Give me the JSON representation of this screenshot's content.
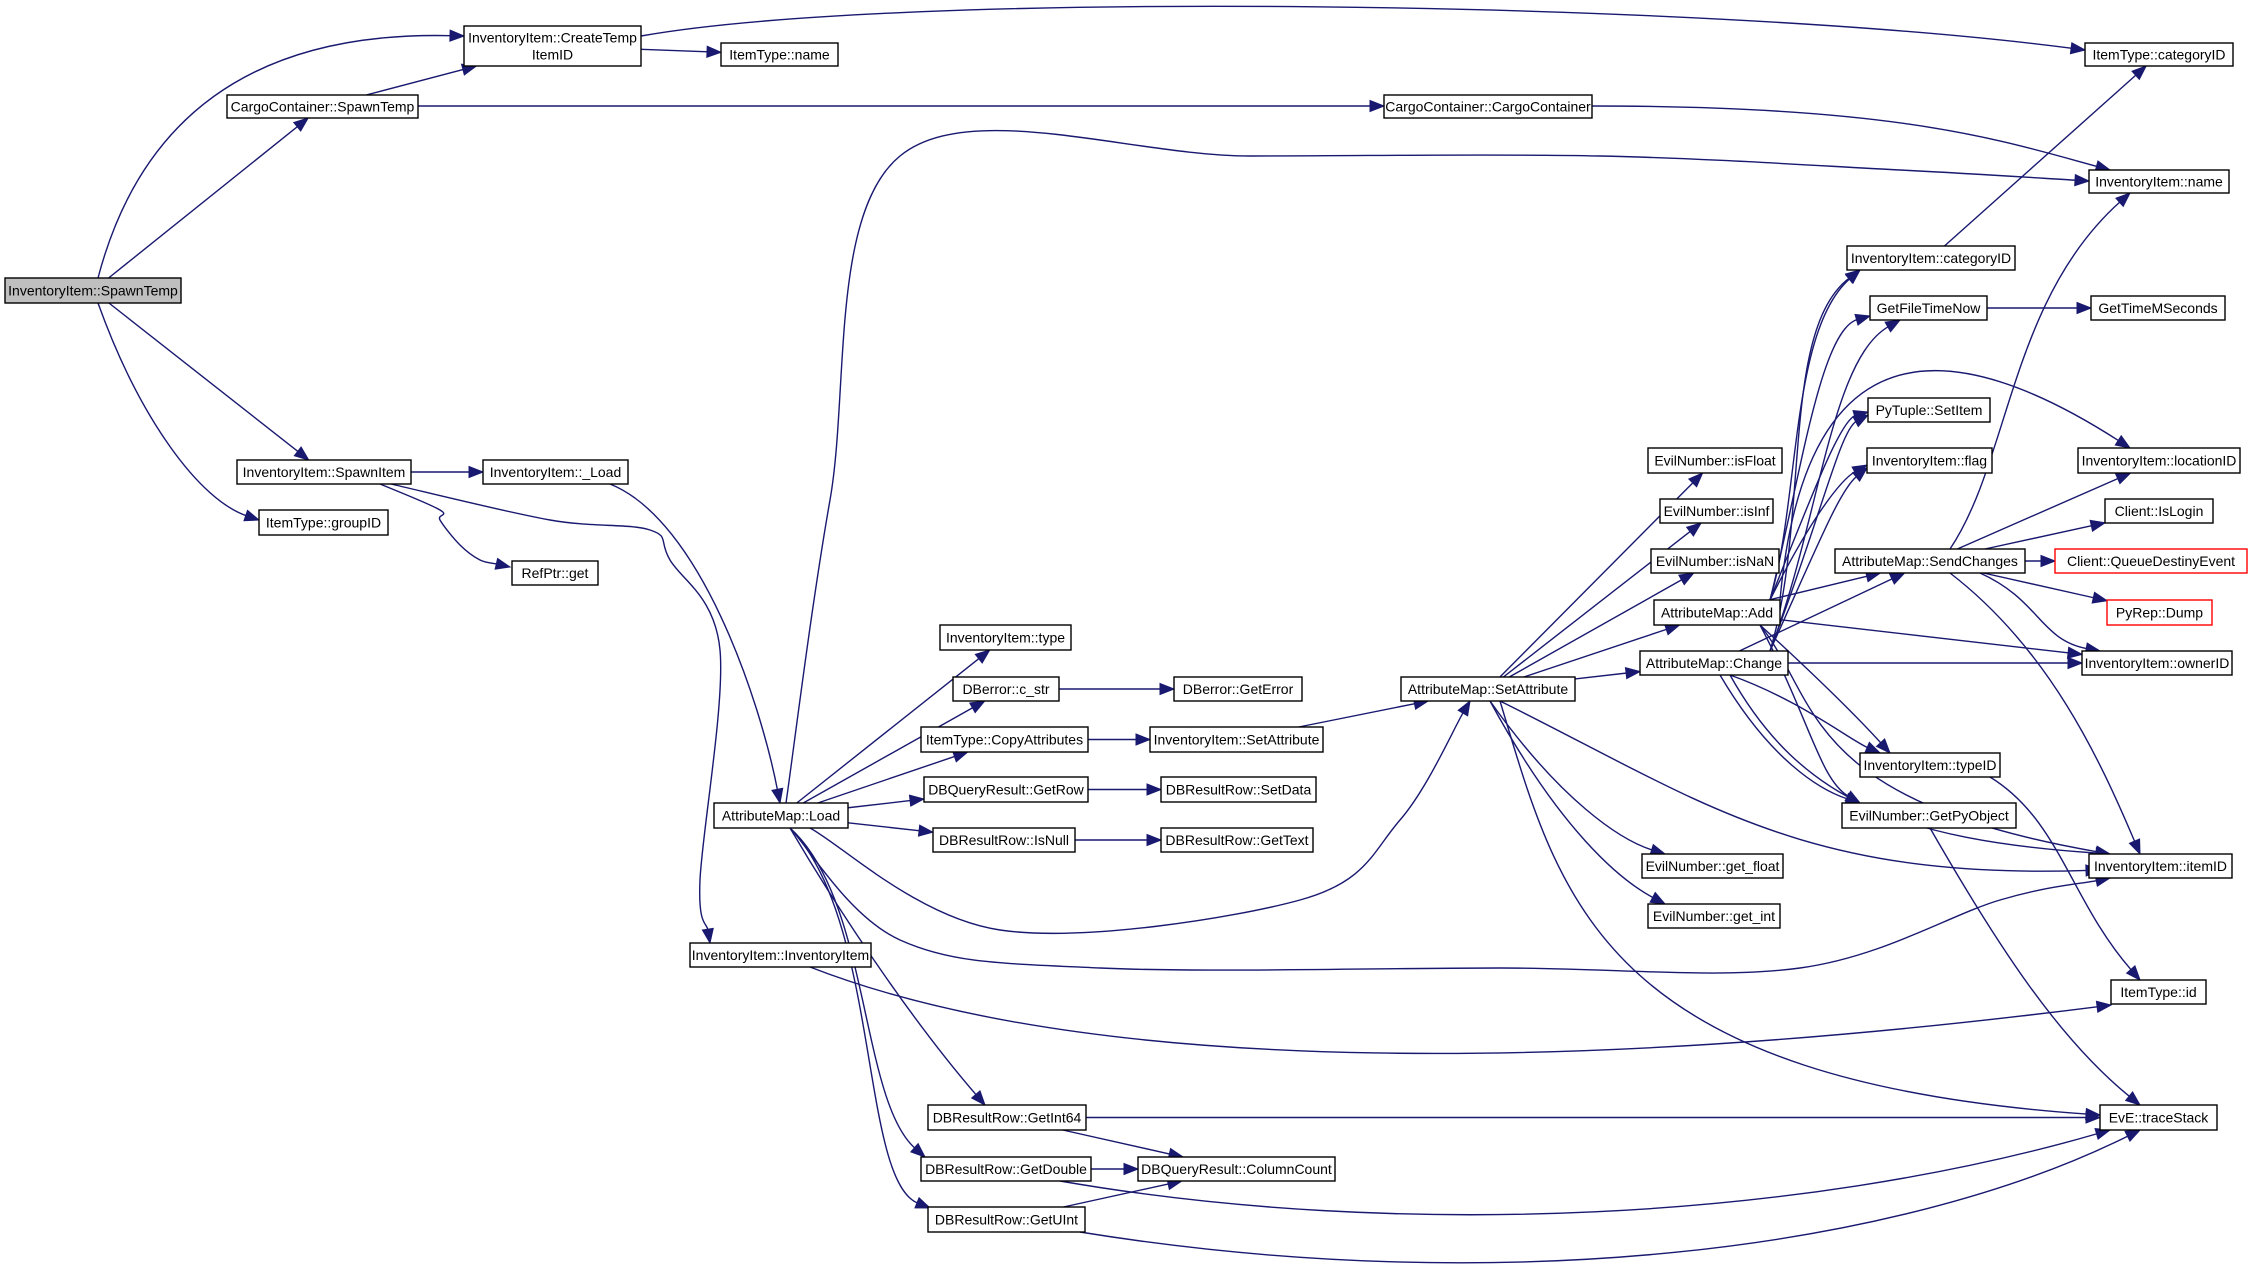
{
  "diagram": {
    "type": "call-graph",
    "root": "spawnTemp",
    "colors": {
      "edge": "#191970",
      "root_fill": "#bfbfbf",
      "node_border": "#000000",
      "external_border": "#ff0000"
    },
    "nodes": [
      {
        "id": "spawnTemp",
        "label": [
          "InventoryItem::SpawnTemp"
        ],
        "kind": "root"
      },
      {
        "id": "createTempItemID",
        "label": [
          "InventoryItem::CreateTemp",
          "ItemID"
        ]
      },
      {
        "id": "itemTypeName",
        "label": [
          "ItemType::name"
        ]
      },
      {
        "id": "itemTypeCategoryID",
        "label": [
          "ItemType::categoryID"
        ]
      },
      {
        "id": "cargoSpawnTemp",
        "label": [
          "CargoContainer::SpawnTemp"
        ]
      },
      {
        "id": "cargoCtor",
        "label": [
          "CargoContainer::CargoContainer"
        ]
      },
      {
        "id": "invName",
        "label": [
          "InventoryItem::name"
        ]
      },
      {
        "id": "invCategoryID",
        "label": [
          "InventoryItem::categoryID"
        ]
      },
      {
        "id": "getFileTimeNow",
        "label": [
          "GetFileTimeNow"
        ]
      },
      {
        "id": "getTimeMSeconds",
        "label": [
          "GetTimeMSeconds"
        ]
      },
      {
        "id": "pyTupleSetItem",
        "label": [
          "PyTuple::SetItem"
        ]
      },
      {
        "id": "invFlag",
        "label": [
          "InventoryItem::flag"
        ]
      },
      {
        "id": "invLocationID",
        "label": [
          "InventoryItem::locationID"
        ]
      },
      {
        "id": "clientIsLogin",
        "label": [
          "Client::IsLogin"
        ]
      },
      {
        "id": "clientQueueDestinyEvent",
        "label": [
          "Client::QueueDestinyEvent"
        ],
        "kind": "external"
      },
      {
        "id": "pyRepDump",
        "label": [
          "PyRep::Dump"
        ],
        "kind": "external"
      },
      {
        "id": "invOwnerID",
        "label": [
          "InventoryItem::ownerID"
        ]
      },
      {
        "id": "attrSendChanges",
        "label": [
          "AttributeMap::SendChanges"
        ]
      },
      {
        "id": "evilIsFloat",
        "label": [
          "EvilNumber::isFloat"
        ]
      },
      {
        "id": "evilIsInf",
        "label": [
          "EvilNumber::isInf"
        ]
      },
      {
        "id": "evilIsNaN",
        "label": [
          "EvilNumber::isNaN"
        ]
      },
      {
        "id": "attrAdd",
        "label": [
          "AttributeMap::Add"
        ]
      },
      {
        "id": "attrChange",
        "label": [
          "AttributeMap::Change"
        ]
      },
      {
        "id": "attrSetAttribute",
        "label": [
          "AttributeMap::SetAttribute"
        ]
      },
      {
        "id": "invTypeID",
        "label": [
          "InventoryItem::typeID"
        ]
      },
      {
        "id": "evilGetPyObject",
        "label": [
          "EvilNumber::GetPyObject"
        ]
      },
      {
        "id": "invItemID",
        "label": [
          "InventoryItem::itemID"
        ]
      },
      {
        "id": "evilGetFloat",
        "label": [
          "EvilNumber::get_float"
        ]
      },
      {
        "id": "evilGetInt",
        "label": [
          "EvilNumber::get_int"
        ]
      },
      {
        "id": "itemTypeId",
        "label": [
          "ItemType::id"
        ]
      },
      {
        "id": "traceStack",
        "label": [
          "EvE::traceStack"
        ]
      },
      {
        "id": "invSpawnItem",
        "label": [
          "InventoryItem::SpawnItem"
        ]
      },
      {
        "id": "invLoad",
        "label": [
          "InventoryItem::_Load"
        ]
      },
      {
        "id": "itemTypeGroupID",
        "label": [
          "ItemType::groupID"
        ]
      },
      {
        "id": "refPtrGet",
        "label": [
          "RefPtr::get"
        ]
      },
      {
        "id": "invType",
        "label": [
          "InventoryItem::type"
        ]
      },
      {
        "id": "dbErrorCStr",
        "label": [
          "DBerror::c_str"
        ]
      },
      {
        "id": "dbErrorGetError",
        "label": [
          "DBerror::GetError"
        ]
      },
      {
        "id": "itemTypeCopyAttributes",
        "label": [
          "ItemType::CopyAttributes"
        ]
      },
      {
        "id": "invSetAttribute",
        "label": [
          "InventoryItem::SetAttribute"
        ]
      },
      {
        "id": "dbQueryGetRow",
        "label": [
          "DBQueryResult::GetRow"
        ]
      },
      {
        "id": "dbRowSetData",
        "label": [
          "DBResultRow::SetData"
        ]
      },
      {
        "id": "attrLoad",
        "label": [
          "AttributeMap::Load"
        ]
      },
      {
        "id": "dbRowIsNull",
        "label": [
          "DBResultRow::IsNull"
        ]
      },
      {
        "id": "dbRowGetText",
        "label": [
          "DBResultRow::GetText"
        ]
      },
      {
        "id": "invCtor",
        "label": [
          "InventoryItem::InventoryItem"
        ]
      },
      {
        "id": "dbRowGetInt64",
        "label": [
          "DBResultRow::GetInt64"
        ]
      },
      {
        "id": "dbRowGetDouble",
        "label": [
          "DBResultRow::GetDouble"
        ]
      },
      {
        "id": "dbQueryColumnCount",
        "label": [
          "DBQueryResult::ColumnCount"
        ]
      },
      {
        "id": "dbRowGetUInt",
        "label": [
          "DBResultRow::GetUInt"
        ]
      }
    ],
    "edges": [
      [
        "spawnTemp",
        "createTempItemID"
      ],
      [
        "spawnTemp",
        "cargoSpawnTemp"
      ],
      [
        "spawnTemp",
        "invSpawnItem"
      ],
      [
        "spawnTemp",
        "itemTypeGroupID"
      ],
      [
        "cargoSpawnTemp",
        "createTempItemID"
      ],
      [
        "cargoSpawnTemp",
        "cargoCtor"
      ],
      [
        "createTempItemID",
        "itemTypeName"
      ],
      [
        "createTempItemID",
        "itemTypeCategoryID"
      ],
      [
        "cargoCtor",
        "invName"
      ],
      [
        "invSpawnItem",
        "invLoad"
      ],
      [
        "invSpawnItem",
        "refPtrGet"
      ],
      [
        "invSpawnItem",
        "invCtor"
      ],
      [
        "invLoad",
        "attrLoad"
      ],
      [
        "attrLoad",
        "invName"
      ],
      [
        "attrLoad",
        "invType"
      ],
      [
        "attrLoad",
        "dbErrorCStr"
      ],
      [
        "attrLoad",
        "itemTypeCopyAttributes"
      ],
      [
        "attrLoad",
        "dbQueryGetRow"
      ],
      [
        "attrLoad",
        "dbRowIsNull"
      ],
      [
        "attrLoad",
        "attrSetAttribute"
      ],
      [
        "attrLoad",
        "invItemID"
      ],
      [
        "attrLoad",
        "dbRowGetInt64"
      ],
      [
        "attrLoad",
        "dbRowGetDouble"
      ],
      [
        "attrLoad",
        "dbRowGetUInt"
      ],
      [
        "dbErrorCStr",
        "dbErrorGetError"
      ],
      [
        "itemTypeCopyAttributes",
        "invSetAttribute"
      ],
      [
        "invSetAttribute",
        "attrSetAttribute"
      ],
      [
        "dbQueryGetRow",
        "dbRowSetData"
      ],
      [
        "dbRowIsNull",
        "dbRowGetText"
      ],
      [
        "invCtor",
        "itemTypeId"
      ],
      [
        "attrSetAttribute",
        "evilIsFloat"
      ],
      [
        "attrSetAttribute",
        "evilIsInf"
      ],
      [
        "attrSetAttribute",
        "evilIsNaN"
      ],
      [
        "attrSetAttribute",
        "attrAdd"
      ],
      [
        "attrSetAttribute",
        "attrChange"
      ],
      [
        "attrSetAttribute",
        "evilGetFloat"
      ],
      [
        "attrSetAttribute",
        "evilGetInt"
      ],
      [
        "attrSetAttribute",
        "invItemID"
      ],
      [
        "attrSetAttribute",
        "traceStack"
      ],
      [
        "attrAdd",
        "invCategoryID"
      ],
      [
        "attrAdd",
        "getFileTimeNow"
      ],
      [
        "attrAdd",
        "pyTupleSetItem"
      ],
      [
        "attrAdd",
        "invFlag"
      ],
      [
        "attrAdd",
        "invLocationID"
      ],
      [
        "attrAdd",
        "attrSendChanges"
      ],
      [
        "attrAdd",
        "invOwnerID"
      ],
      [
        "attrAdd",
        "invTypeID"
      ],
      [
        "attrAdd",
        "evilGetPyObject"
      ],
      [
        "attrAdd",
        "invItemID"
      ],
      [
        "attrChange",
        "invCategoryID"
      ],
      [
        "attrChange",
        "getFileTimeNow"
      ],
      [
        "attrChange",
        "pyTupleSetItem"
      ],
      [
        "attrChange",
        "invFlag"
      ],
      [
        "attrChange",
        "attrSendChanges"
      ],
      [
        "attrChange",
        "invOwnerID"
      ],
      [
        "attrChange",
        "invTypeID"
      ],
      [
        "attrChange",
        "evilGetPyObject"
      ],
      [
        "attrChange",
        "invItemID"
      ],
      [
        "invCategoryID",
        "itemTypeCategoryID"
      ],
      [
        "getFileTimeNow",
        "getTimeMSeconds"
      ],
      [
        "attrSendChanges",
        "invName"
      ],
      [
        "attrSendChanges",
        "invLocationID"
      ],
      [
        "attrSendChanges",
        "clientIsLogin"
      ],
      [
        "attrSendChanges",
        "clientQueueDestinyEvent"
      ],
      [
        "attrSendChanges",
        "pyRepDump"
      ],
      [
        "attrSendChanges",
        "invOwnerID"
      ],
      [
        "attrSendChanges",
        "invItemID"
      ],
      [
        "invTypeID",
        "itemTypeId"
      ],
      [
        "evilGetPyObject",
        "traceStack"
      ],
      [
        "dbRowGetInt64",
        "traceStack"
      ],
      [
        "dbRowGetInt64",
        "dbQueryColumnCount"
      ],
      [
        "dbRowGetDouble",
        "dbQueryColumnCount"
      ],
      [
        "dbRowGetDouble",
        "traceStack"
      ],
      [
        "dbRowGetUInt",
        "dbQueryColumnCount"
      ],
      [
        "dbRowGetUInt",
        "traceStack"
      ]
    ]
  }
}
